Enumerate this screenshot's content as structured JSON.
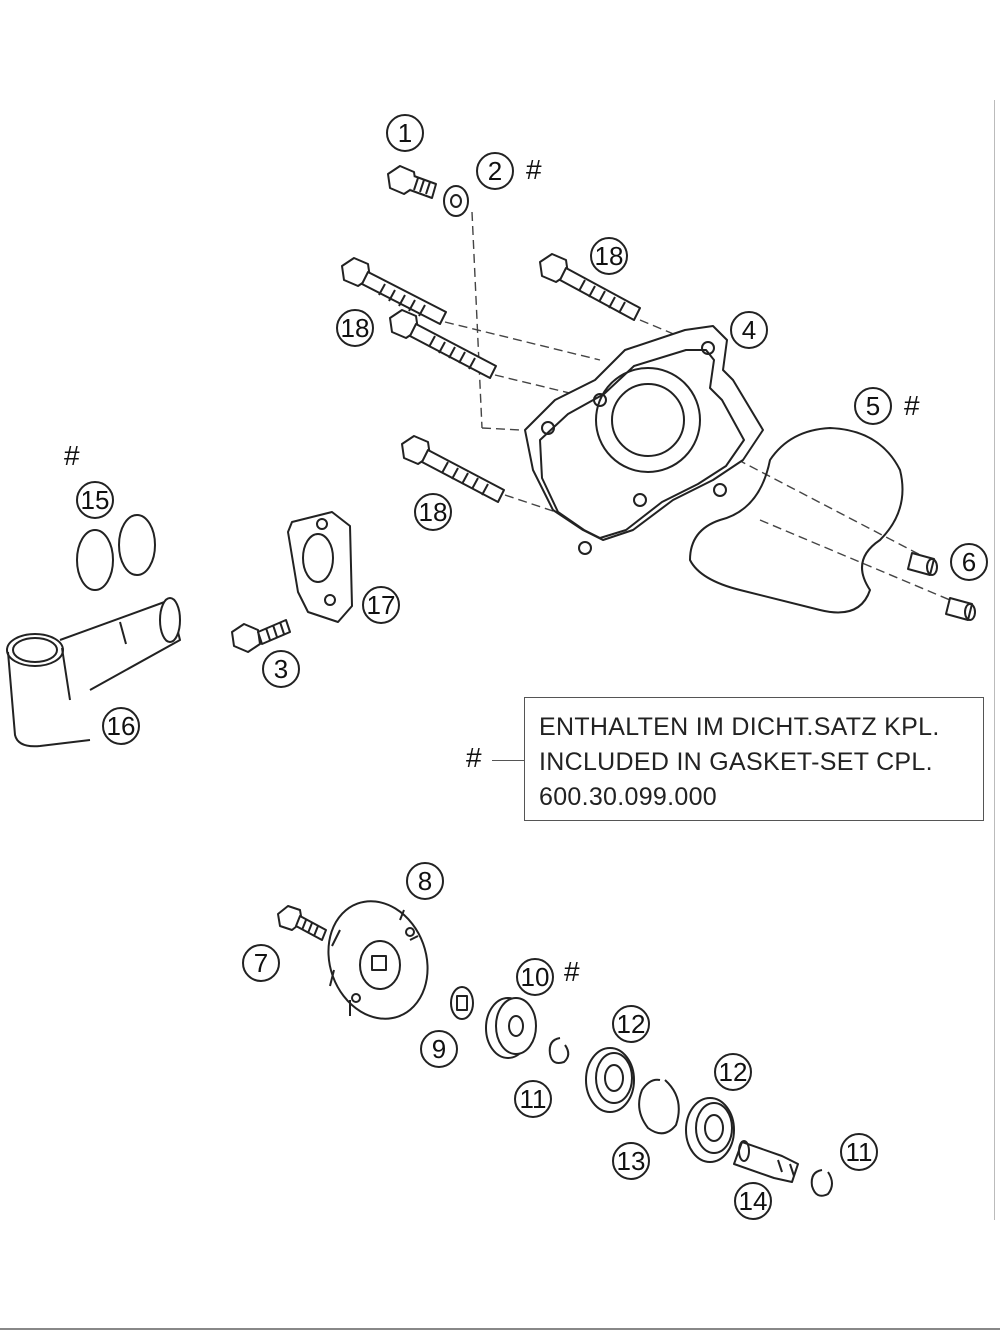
{
  "callouts": {
    "c1": "1",
    "c2": "2",
    "c3": "3",
    "c4": "4",
    "c5": "5",
    "c6": "6",
    "c7": "7",
    "c8": "8",
    "c9": "9",
    "c10": "10",
    "c11a": "11",
    "c11b": "11",
    "c12a": "12",
    "c12b": "12",
    "c13": "13",
    "c14": "14",
    "c15": "15",
    "c16": "16",
    "c17": "17",
    "c18a": "18",
    "c18b": "18",
    "c18c": "18"
  },
  "marker": "#",
  "legend": {
    "line1": "ENTHALTEN IM DICHT.SATZ KPL.",
    "line2": "INCLUDED IN GASKET-SET CPL.",
    "line3": "600.30.099.000"
  }
}
